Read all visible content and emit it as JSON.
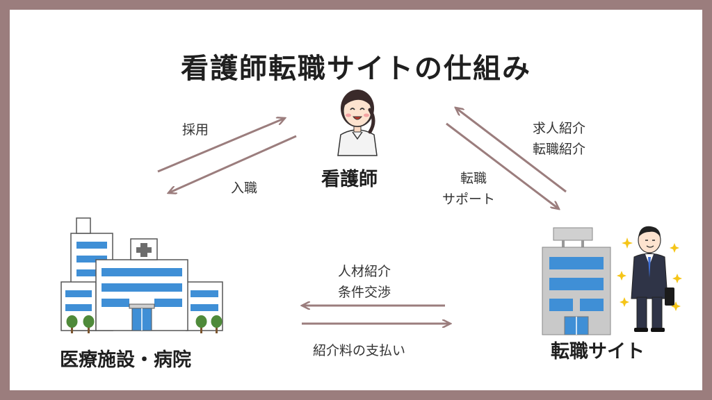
{
  "title": "看護師転職サイトの仕組み",
  "nodes": {
    "nurse": "看護師",
    "hospital": "医療施設・病院",
    "site": "転職サイト"
  },
  "edges": {
    "hire": "採用",
    "join": "入職",
    "job_intro_1": "求人紹介",
    "job_intro_2": "転職紹介",
    "support_1": "転職",
    "support_2": "サポート",
    "talent_1": "人材紹介",
    "talent_2": "条件交渉",
    "fee": "紹介料の支払い"
  },
  "colors": {
    "frame": "#9b7d7d",
    "arrow": "#9b7d7d",
    "building_blue": "#3f8fd6"
  }
}
